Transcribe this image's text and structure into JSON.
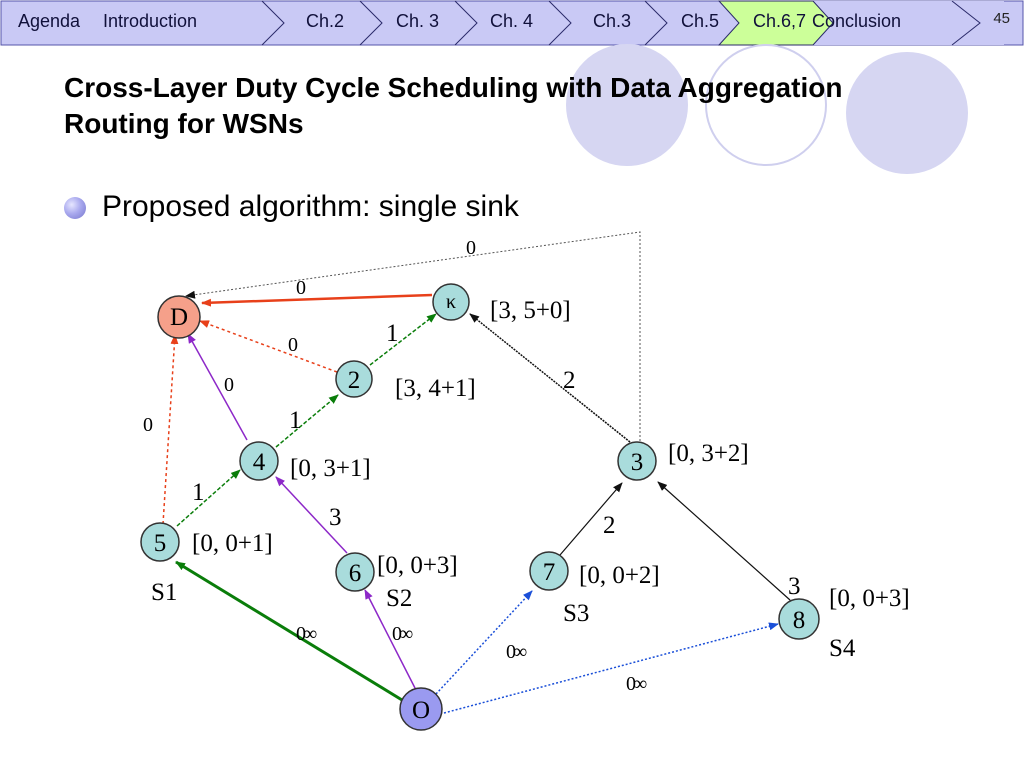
{
  "nav": {
    "items": [
      "Agenda",
      "Introduction",
      "Ch.2",
      "Ch. 3",
      "Ch. 4",
      "Ch.3",
      "Ch.5",
      "Ch.6,7",
      "Conclusion"
    ],
    "active": "Ch.6,7",
    "page_number": "45"
  },
  "slide": {
    "title": "Cross-Layer Duty Cycle Scheduling with Data Aggregation Routing for WSNs",
    "bullet": "Proposed algorithm: single sink"
  },
  "graph": {
    "nodes": {
      "D": "D",
      "K": "κ",
      "n2": "2",
      "n3": "3",
      "n4": "4",
      "n5": "5",
      "n6": "6",
      "n7": "7",
      "n8": "8",
      "O": "O"
    },
    "intervals": {
      "K": "[3, 5+0]",
      "n2": "[3, 4+1]",
      "n3": "[0, 3+2]",
      "n4": "[0, 3+1]",
      "n5": "[0, 0+1]",
      "n6": "[0, 0+3]",
      "n7": "[0, 0+2]",
      "n8": "[0, 0+3]"
    },
    "sources": {
      "S1": "S1",
      "S2": "S2",
      "S3": "S3",
      "S4": "S4"
    },
    "edge_labels": {
      "top": "0",
      "k_d": "0",
      "n2_d": "0",
      "n4_d": "0",
      "n5_d": "0",
      "n2_k": "1",
      "n4_n2": "1",
      "n5_n4": "1",
      "n3_k": "2",
      "n7_n3": "2",
      "n6_n4": "3",
      "n8_n3": "3",
      "o_5": "0",
      "o_6": "0",
      "o_7": "0",
      "o_8": "0",
      "inf": "∞"
    },
    "colors": {
      "green": "#0a7d0a",
      "red": "#e8401a",
      "purple": "#8d28c8",
      "blue": "#1a4fd8",
      "black": "#111111",
      "node_fill": "#a9dcdc",
      "sink_fill": "#f5a08a",
      "origin_fill": "#9a9af0"
    }
  }
}
